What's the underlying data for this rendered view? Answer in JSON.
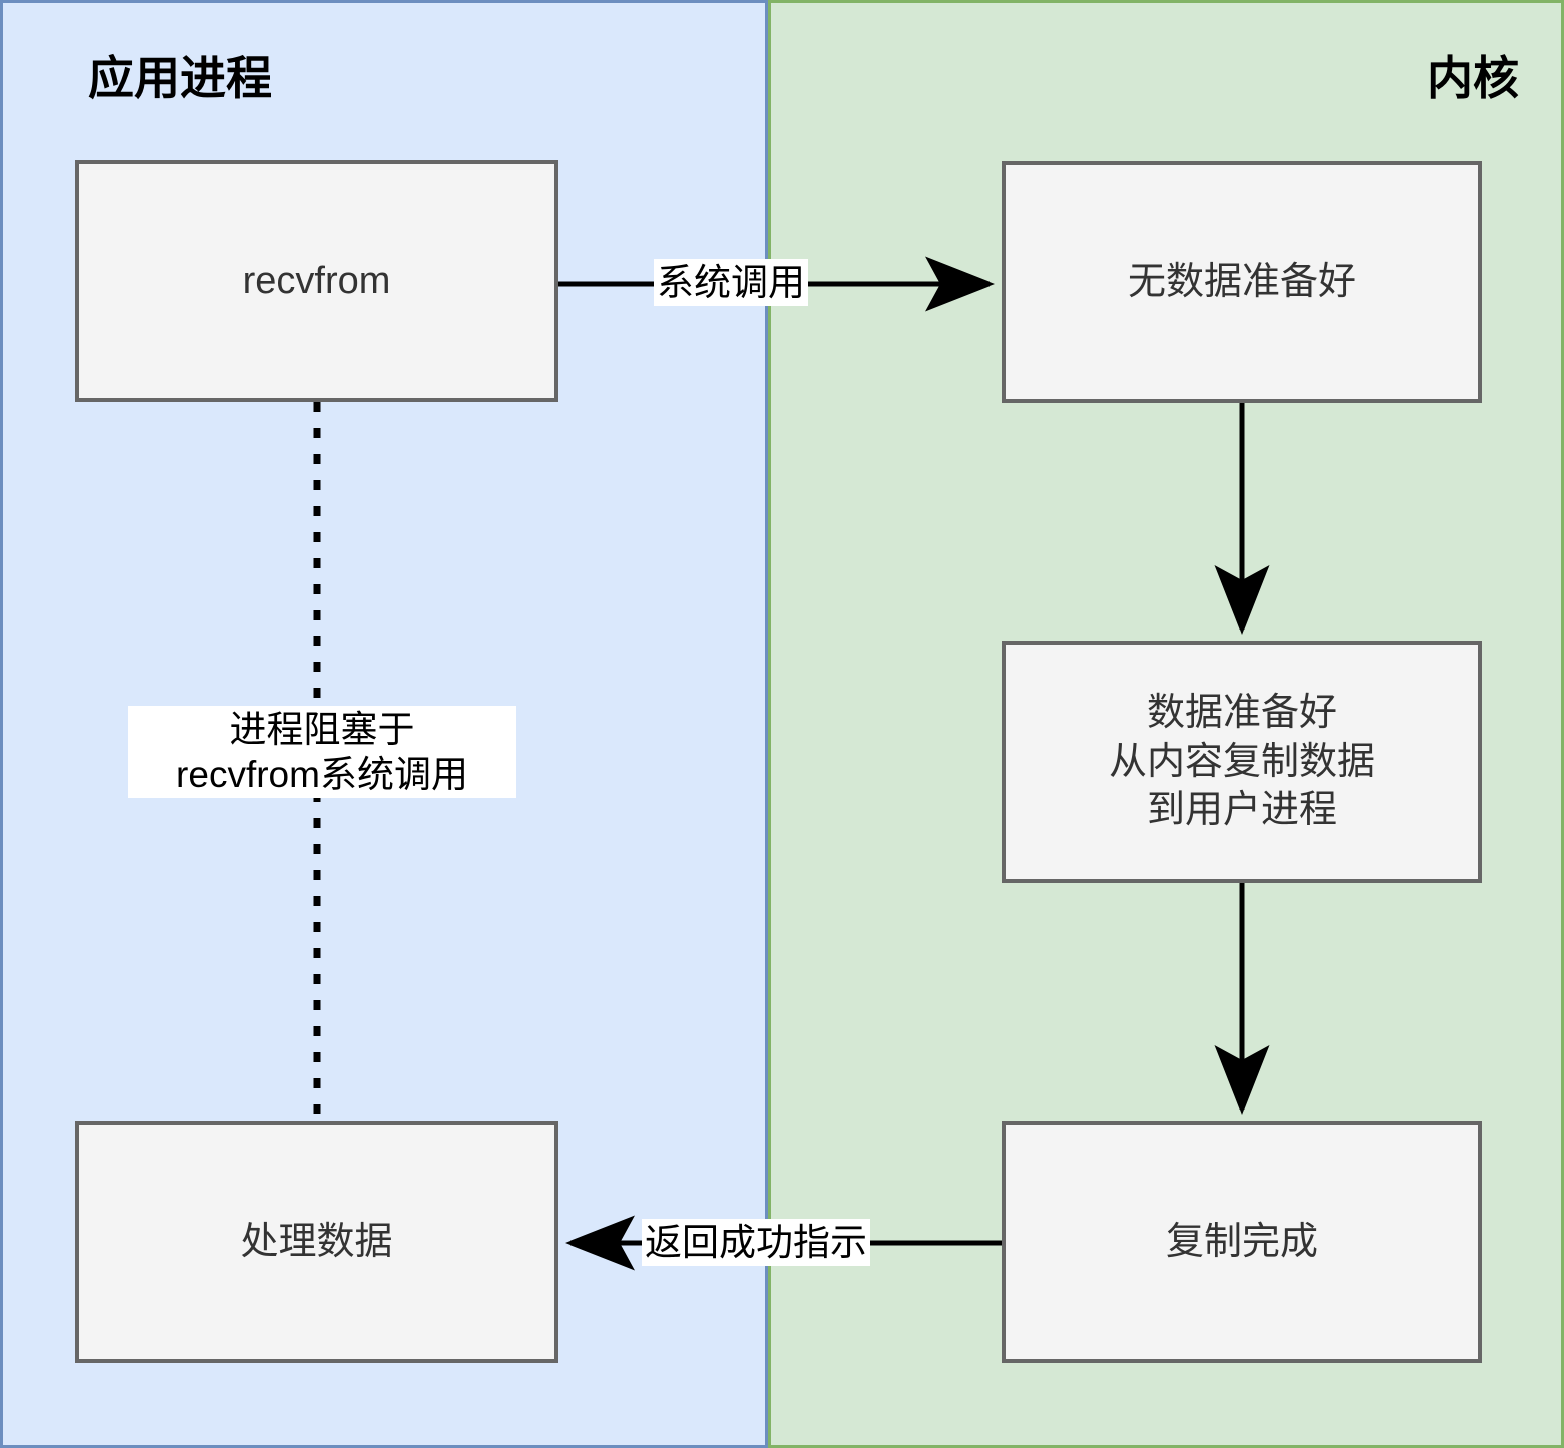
{
  "diagram": {
    "type": "flowchart",
    "title_semantic": "blocking-io-recvfrom-flow",
    "panels": [
      {
        "id": "app-process",
        "title": "应用进程",
        "background_color": "#dae8fc",
        "border_color": "#6c8ebf"
      },
      {
        "id": "kernel",
        "title": "内核",
        "background_color": "#d5e8d4",
        "border_color": "#82b366"
      }
    ],
    "nodes": [
      {
        "id": "recvfrom",
        "label": "recvfrom",
        "panel": "app-process"
      },
      {
        "id": "no-data",
        "label": "无数据准备好",
        "panel": "kernel"
      },
      {
        "id": "copying",
        "label": "数据准备好\n从内容复制数据\n到用户进程",
        "panel": "kernel"
      },
      {
        "id": "process",
        "label": "处理数据",
        "panel": "app-process"
      },
      {
        "id": "copy-done",
        "label": "复制完成",
        "panel": "kernel"
      }
    ],
    "edges": [
      {
        "id": "syscall",
        "from": "recvfrom",
        "to": "no-data",
        "label": "系统调用",
        "style": "solid-arrow"
      },
      {
        "id": "wait",
        "from": "no-data",
        "to": "copying",
        "label": "",
        "style": "solid-arrow"
      },
      {
        "id": "copy",
        "from": "copying",
        "to": "copy-done",
        "label": "",
        "style": "solid-arrow"
      },
      {
        "id": "return",
        "from": "copy-done",
        "to": "process",
        "label": "返回成功指示",
        "style": "solid-arrow"
      },
      {
        "id": "blocked",
        "from": "recvfrom",
        "to": "process",
        "label": "进程阻塞于\nrecvfrom系统调用",
        "style": "dashed"
      }
    ],
    "colors": {
      "node_fill": "#f4f4f4",
      "node_border": "#666666",
      "node_text": "#333333",
      "edge": "#000000",
      "label_background": "#ffffff"
    }
  }
}
